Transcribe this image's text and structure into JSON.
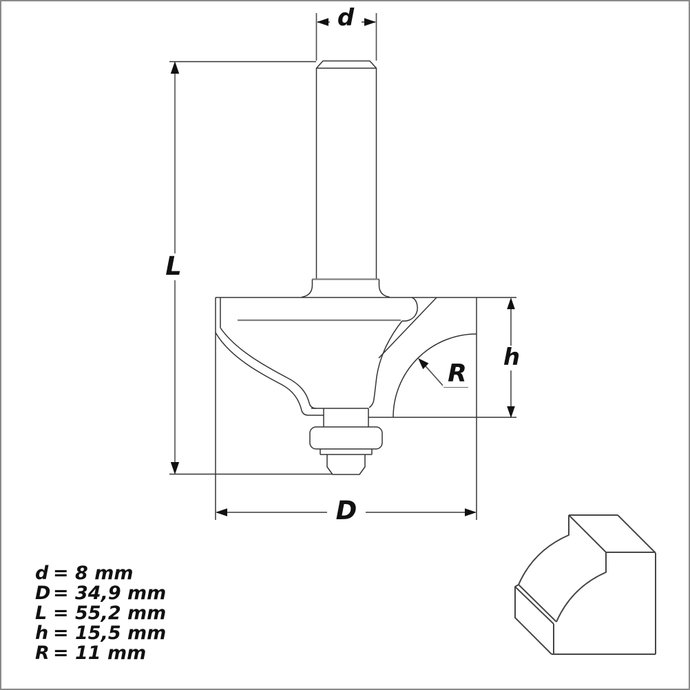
{
  "dimensions": {
    "shank_diameter": "d",
    "cutting_diameter": "D",
    "total_length": "L",
    "cutting_height": "h",
    "radius": "R"
  },
  "specs": [
    {
      "symbol": "d",
      "value": "= 8 mm"
    },
    {
      "symbol": "D",
      "value": "= 34,9 mm"
    },
    {
      "symbol": "L",
      "value": "= 55,2 mm"
    },
    {
      "symbol": "h",
      "value": "= 15,5 mm"
    },
    {
      "symbol": "R",
      "value": "= 11 mm"
    }
  ],
  "colors": {
    "background": "#ffffff",
    "border": "#8a8a8a",
    "part_outline": "#333333",
    "secondary_gray_lines": "#808080",
    "dimension_lines": "#555555",
    "length_dimension_line": "#7a7a7a",
    "labels": "#111111",
    "wood_illustration": "#454545"
  }
}
